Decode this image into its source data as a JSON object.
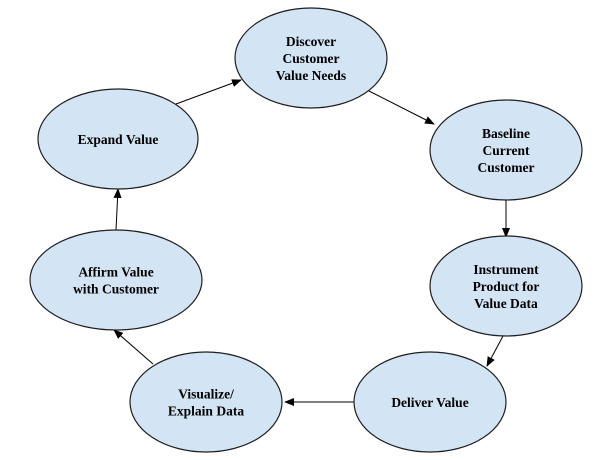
{
  "diagram": {
    "type": "cycle",
    "colors": {
      "node_fill": "#d3e4f5",
      "node_stroke": "#1f1f1f",
      "arrow": "#000000"
    },
    "nodes": [
      {
        "id": "discover",
        "lines": [
          "Discover",
          "Customer",
          "Value Needs"
        ]
      },
      {
        "id": "baseline",
        "lines": [
          "Baseline",
          "Current",
          "Customer"
        ]
      },
      {
        "id": "instrument",
        "lines": [
          "Instrument",
          "Product for",
          "Value Data"
        ]
      },
      {
        "id": "deliver",
        "lines": [
          "Deliver Value"
        ]
      },
      {
        "id": "visualize",
        "lines": [
          "Visualize/",
          "Explain Data"
        ]
      },
      {
        "id": "affirm",
        "lines": [
          "Affirm Value",
          "with Customer"
        ]
      },
      {
        "id": "expand",
        "lines": [
          "Expand Value"
        ]
      }
    ],
    "edges": [
      {
        "from": "discover",
        "to": "baseline"
      },
      {
        "from": "baseline",
        "to": "instrument"
      },
      {
        "from": "instrument",
        "to": "deliver"
      },
      {
        "from": "deliver",
        "to": "visualize"
      },
      {
        "from": "visualize",
        "to": "affirm"
      },
      {
        "from": "affirm",
        "to": "expand"
      },
      {
        "from": "expand",
        "to": "discover"
      }
    ]
  }
}
